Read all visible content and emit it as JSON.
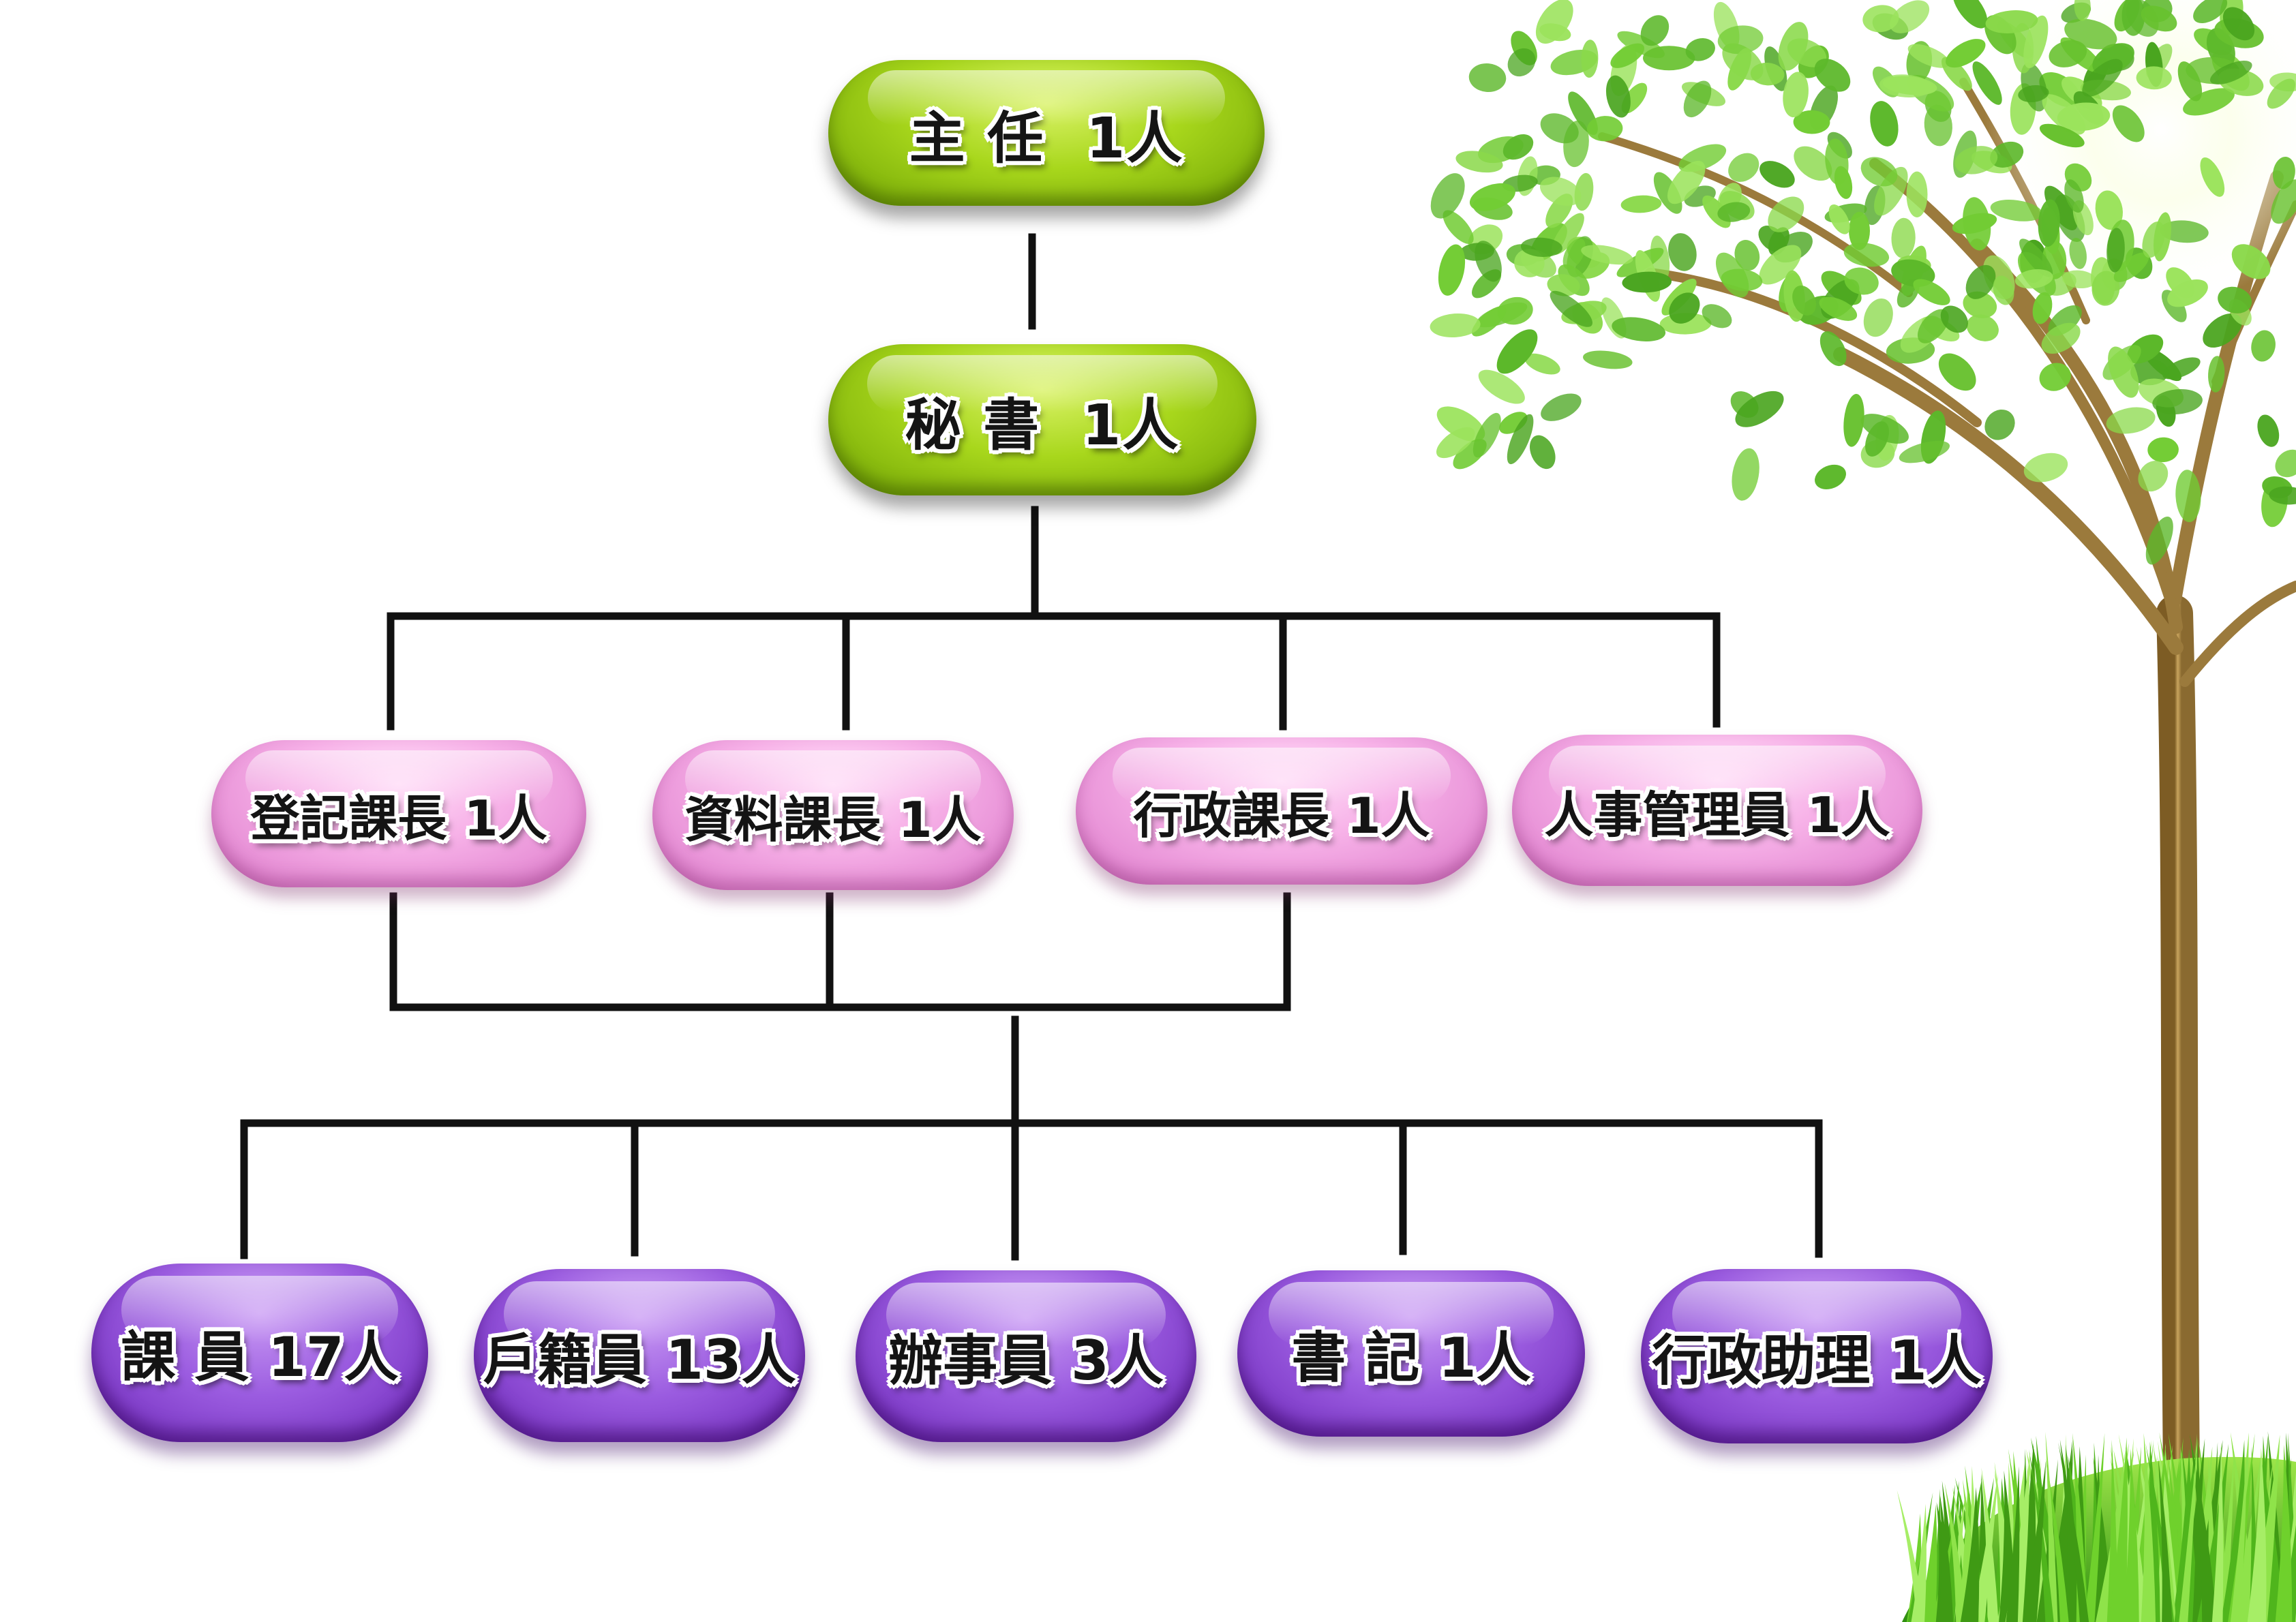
{
  "org_chart": {
    "levels": [
      [
        {
          "id": "director",
          "label": "主 任  1人"
        }
      ],
      [
        {
          "id": "secretary",
          "label": "秘 書  1人"
        }
      ],
      [
        {
          "id": "registration-chief",
          "label": "登記課長 1人"
        },
        {
          "id": "data-chief",
          "label": "資料課長 1人"
        },
        {
          "id": "admin-chief",
          "label": "行政課長 1人"
        },
        {
          "id": "personnel-officer",
          "label": "人事管理員 1人"
        }
      ],
      [
        {
          "id": "section-staff",
          "label": "課 員 17人"
        },
        {
          "id": "household-registrar",
          "label": "戶籍員 13人"
        },
        {
          "id": "clerk",
          "label": "辦事員 3人"
        },
        {
          "id": "recorder",
          "label": "書 記 1人"
        },
        {
          "id": "admin-assistant",
          "label": "行政助理 1人"
        }
      ]
    ]
  },
  "colors": {
    "tier_green": "#a8d71c",
    "tier_pink": "#f7b2e8",
    "tier_purple": "#9b5ce0",
    "connector": "#111111",
    "leaf": "#6cc52a",
    "trunk": "#9b7a3c",
    "grass": "#4caf1a"
  }
}
